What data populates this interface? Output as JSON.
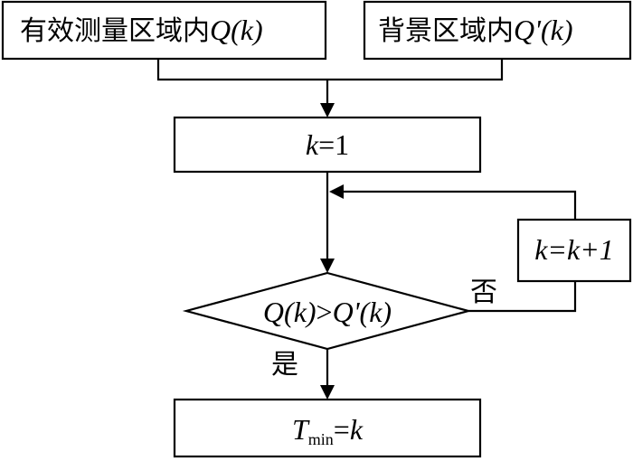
{
  "nodes": {
    "valid_region": {
      "text": "有效测量区域内",
      "var": "Q(k)"
    },
    "background_region": {
      "text": "背景区域内",
      "var": "Q'(k)"
    },
    "init": {
      "var": "k",
      "rest": "=1"
    },
    "decision": {
      "left": "Q(k)",
      "op": ">",
      "right": "Q'(k)"
    },
    "increment": {
      "text": "k=k+1"
    },
    "result": {
      "var": "T",
      "sub": "min",
      "rest": "=",
      "var2": "k"
    }
  },
  "edges": {
    "yes_label": "是",
    "no_label": "否"
  }
}
